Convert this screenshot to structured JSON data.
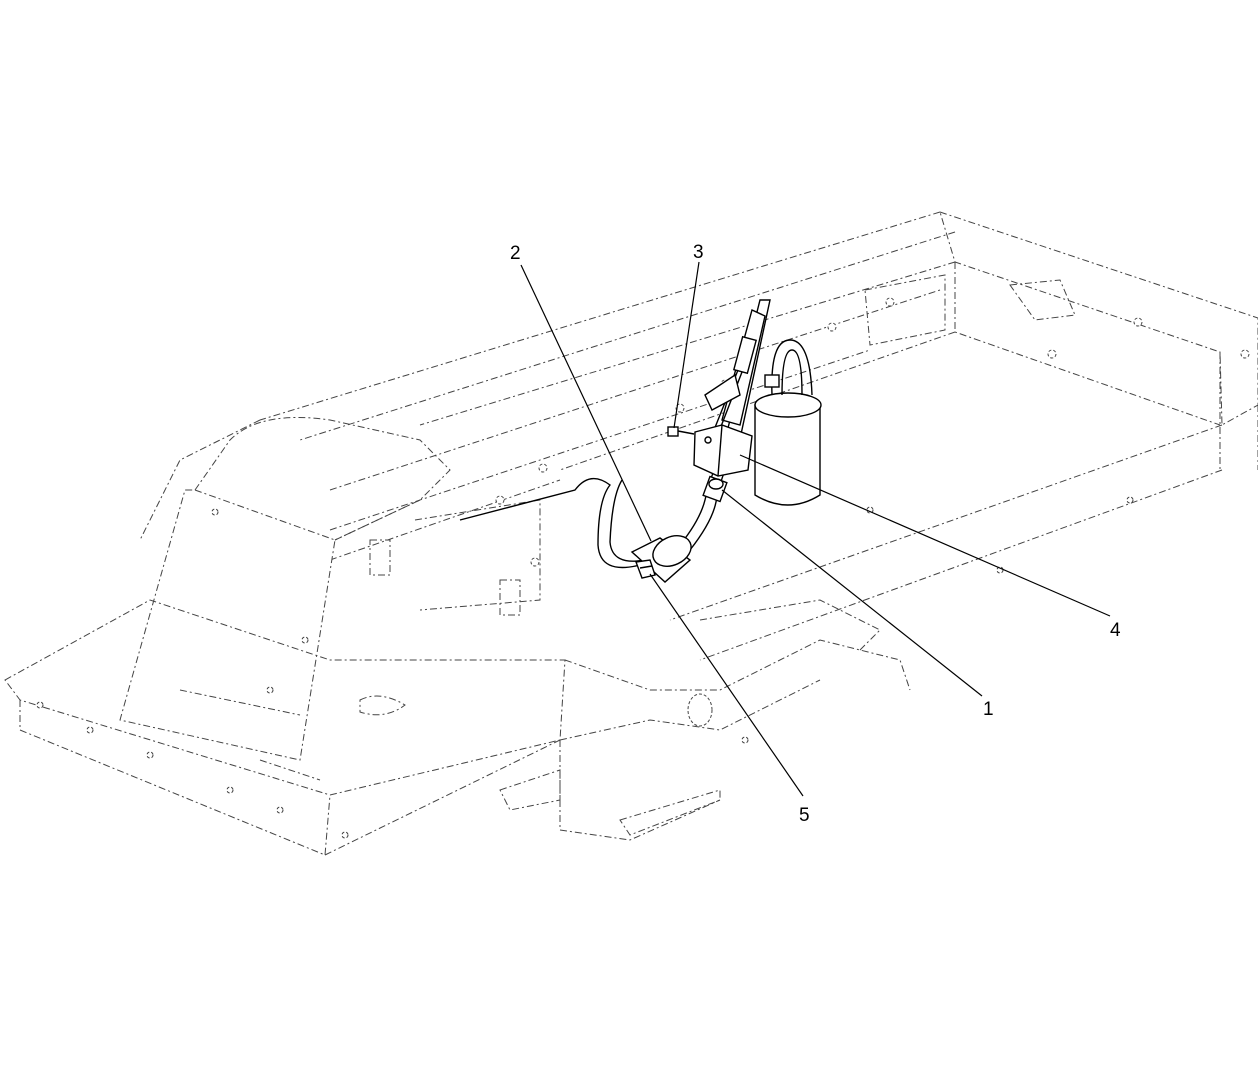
{
  "callouts": [
    {
      "id": "1",
      "label": "1"
    },
    {
      "id": "2",
      "label": "2"
    },
    {
      "id": "3",
      "label": "3"
    },
    {
      "id": "4",
      "label": "4"
    },
    {
      "id": "5",
      "label": "5"
    }
  ],
  "colors": {
    "line": "#000000",
    "phantom": "#444444",
    "background": "#ffffff"
  }
}
